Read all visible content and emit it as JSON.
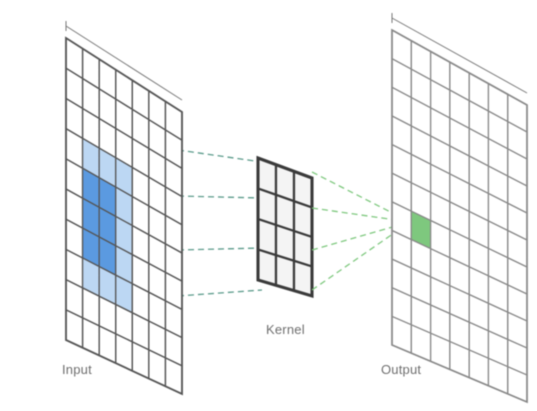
{
  "labels": {
    "input": "Input",
    "kernel": "Kernel",
    "output": "Output"
  },
  "grids": {
    "input": {
      "rows": 10,
      "cols": 7
    },
    "kernel": {
      "rows": 4,
      "cols": 3
    },
    "output": {
      "rows": 11,
      "cols": 7
    }
  },
  "colors": {
    "grid_line": "#555555",
    "grid_light": "#888888",
    "input_highlight": "#5b9ae0",
    "input_highlight_light": "#bcd7f3",
    "kernel_fill": "#4a4a4a",
    "link_input_kernel": "#5a9a8a",
    "link_kernel_output": "#7ec87e",
    "output_highlight": "#7ec87e"
  }
}
